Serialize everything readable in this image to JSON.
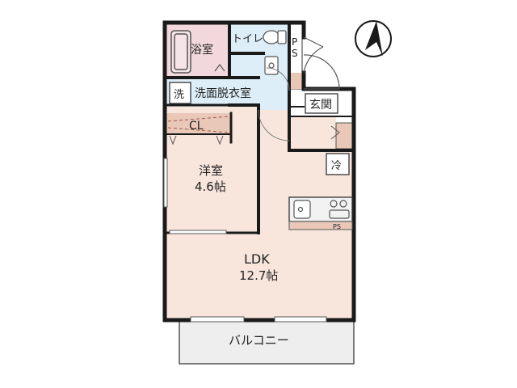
{
  "rooms": {
    "bath": "浴室",
    "toilet": "トイレ",
    "ps_top": "P",
    "ps_bottom": "S",
    "washroom": "洗面脱衣室",
    "washer_icon": "洗",
    "entrance": "玄関",
    "closet": "CL",
    "western_room": "洋室",
    "western_size": "4.6帖",
    "fridge": "冷",
    "kitchen_ps": "PS",
    "ldk": "LDK",
    "ldk_size": "12.7帖",
    "balcony": "バルコニー"
  },
  "colors": {
    "wall": "#1a1a1a",
    "bath_floor": "#f2d7dc",
    "wet_floor": "#ddeef8",
    "living_floor": "#f8e6dc",
    "closet_floor": "#e9c8b8",
    "balcony_floor": "#eeeeee",
    "entrance_floor": "#ffffff"
  },
  "icons": [
    "compass-icon",
    "toilet-icon",
    "sink-icon",
    "bathtub-icon",
    "washer-icon",
    "fridge-icon",
    "stove-icon",
    "door-swing-icon"
  ]
}
